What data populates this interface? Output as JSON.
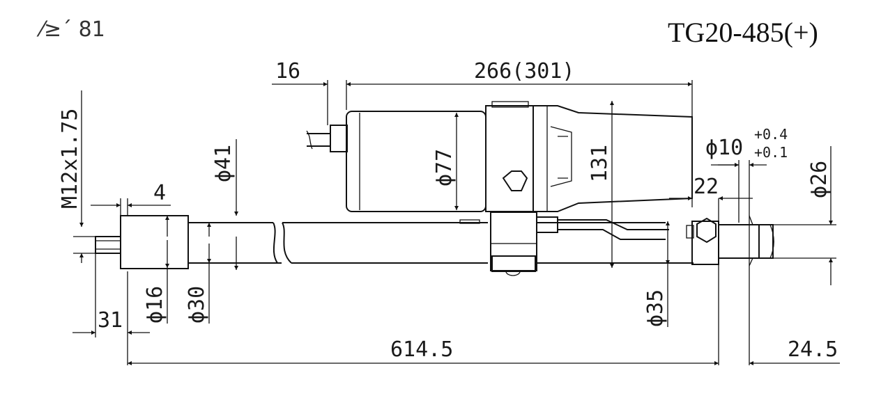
{
  "header": {
    "corner_text": "⁄≥´ 81",
    "model": "TG20-485(+)"
  },
  "dimensions": {
    "d16_top": "16",
    "d266": "266(301)",
    "thread": "M12x1.75",
    "d4": "4",
    "d41": "ϕ41",
    "d77": "ϕ77",
    "d131": "131",
    "d10": "ϕ10",
    "d10_tol_upper": "+0.4",
    "d10_tol_lower": "+0.1",
    "d22": "22",
    "d26": "ϕ26",
    "d16": "ϕ16",
    "d30": "ϕ30",
    "d35": "ϕ35",
    "d31": "31",
    "d614": "614.5",
    "d24": "24.5"
  }
}
